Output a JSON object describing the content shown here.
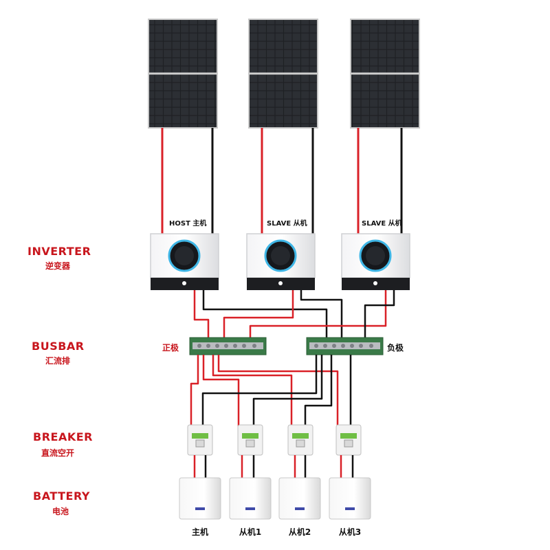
{
  "sections": [
    {
      "id": "inverter",
      "en": "INVERTER",
      "zh": "逆变器"
    },
    {
      "id": "busbar",
      "en": "BUSBAR",
      "zh": "汇流排"
    },
    {
      "id": "breaker",
      "en": "BREAKER",
      "zh": "直流空开"
    },
    {
      "id": "battery",
      "en": "BATTERY",
      "zh": "电池"
    }
  ],
  "inverters": [
    {
      "label": "HOST  主机"
    },
    {
      "label": "SLAVE 从机"
    },
    {
      "label": "SLAVE 从机"
    }
  ],
  "busbars": {
    "positive": "正极",
    "negative": "负极"
  },
  "batteries": [
    {
      "label": "主机"
    },
    {
      "label": "从机1"
    },
    {
      "label": "从机2"
    },
    {
      "label": "从机3"
    }
  ],
  "colors": {
    "positive_wire": "#d92027",
    "negative_wire": "#111111",
    "section_text": "#c8161d",
    "busbar_green": "#3a7a48",
    "inverter_screen_ring": "#3fb6e6"
  },
  "icons": [
    "solar-panel-icon",
    "inverter-icon",
    "busbar-icon",
    "breaker-icon",
    "battery-icon"
  ]
}
